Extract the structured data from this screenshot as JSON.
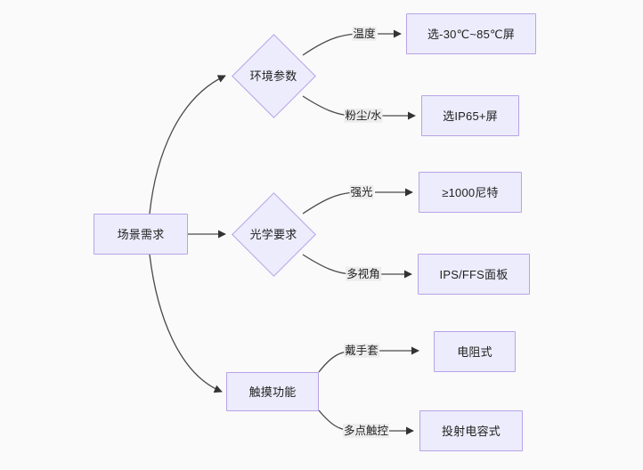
{
  "diagram": {
    "type": "flowchart",
    "direction": "left-to-right",
    "background_color": "#fafafa",
    "node_fill": "#ececfc",
    "node_border": "#b9a2e8",
    "edge_color": "#4a4a4a",
    "edge_label_background": "#ededed",
    "root": {
      "id": "root",
      "label": "场景需求",
      "shape": "rect"
    },
    "branches": [
      {
        "id": "env",
        "label": "环境参数",
        "shape": "diamond",
        "leaves": [
          {
            "id": "env-temp",
            "edge_label": "温度",
            "label": "选-30℃~85℃屏",
            "shape": "rect"
          },
          {
            "id": "env-dust",
            "edge_label": "粉尘/水",
            "label": "选IP65+屏",
            "shape": "rect"
          }
        ]
      },
      {
        "id": "optic",
        "label": "光学要求",
        "shape": "diamond",
        "leaves": [
          {
            "id": "optic-bright",
            "edge_label": "强光",
            "label": "≥1000尼特",
            "shape": "rect"
          },
          {
            "id": "optic-angle",
            "edge_label": "多视角",
            "label": "IPS/FFS面板",
            "shape": "rect"
          }
        ]
      },
      {
        "id": "touch",
        "label": "触摸功能",
        "shape": "rect",
        "leaves": [
          {
            "id": "touch-glove",
            "edge_label": "戴手套",
            "label": "电阻式",
            "shape": "rect"
          },
          {
            "id": "touch-multi",
            "edge_label": "多点触控",
            "label": "投射电容式",
            "shape": "rect"
          }
        ]
      }
    ]
  }
}
